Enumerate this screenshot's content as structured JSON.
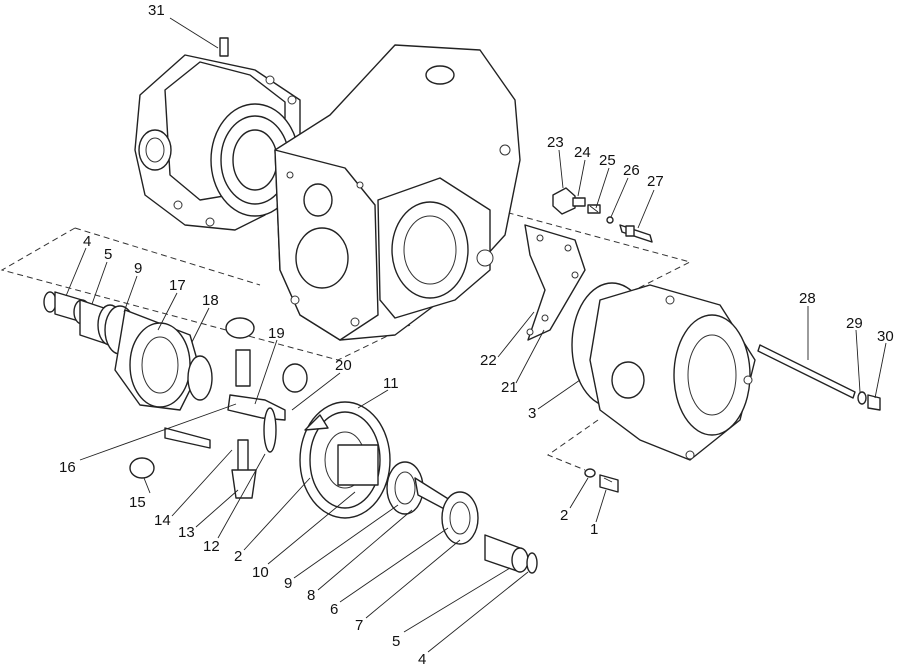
{
  "diagram": {
    "labels": [
      {
        "id": "lbl-31",
        "text": "31"
      },
      {
        "id": "lbl-23",
        "text": "23"
      },
      {
        "id": "lbl-24",
        "text": "24"
      },
      {
        "id": "lbl-25",
        "text": "25"
      },
      {
        "id": "lbl-26",
        "text": "26"
      },
      {
        "id": "lbl-27",
        "text": "27"
      },
      {
        "id": "lbl-4a",
        "text": "4"
      },
      {
        "id": "lbl-5a",
        "text": "5"
      },
      {
        "id": "lbl-9a",
        "text": "9"
      },
      {
        "id": "lbl-17",
        "text": "17"
      },
      {
        "id": "lbl-18",
        "text": "18"
      },
      {
        "id": "lbl-19",
        "text": "19"
      },
      {
        "id": "lbl-20",
        "text": "20"
      },
      {
        "id": "lbl-11",
        "text": "11"
      },
      {
        "id": "lbl-28",
        "text": "28"
      },
      {
        "id": "lbl-29",
        "text": "29"
      },
      {
        "id": "lbl-30",
        "text": "30"
      },
      {
        "id": "lbl-22",
        "text": "22"
      },
      {
        "id": "lbl-21",
        "text": "21"
      },
      {
        "id": "lbl-3",
        "text": "3"
      },
      {
        "id": "lbl-16",
        "text": "16"
      },
      {
        "id": "lbl-15",
        "text": "15"
      },
      {
        "id": "lbl-14",
        "text": "14"
      },
      {
        "id": "lbl-13",
        "text": "13"
      },
      {
        "id": "lbl-12",
        "text": "12"
      },
      {
        "id": "lbl-2a",
        "text": "2"
      },
      {
        "id": "lbl-10",
        "text": "10"
      },
      {
        "id": "lbl-9b",
        "text": "9"
      },
      {
        "id": "lbl-8",
        "text": "8"
      },
      {
        "id": "lbl-6",
        "text": "6"
      },
      {
        "id": "lbl-7",
        "text": "7"
      },
      {
        "id": "lbl-5b",
        "text": "5"
      },
      {
        "id": "lbl-4b",
        "text": "4"
      },
      {
        "id": "lbl-2b",
        "text": "2"
      },
      {
        "id": "lbl-1",
        "text": "1"
      }
    ]
  }
}
